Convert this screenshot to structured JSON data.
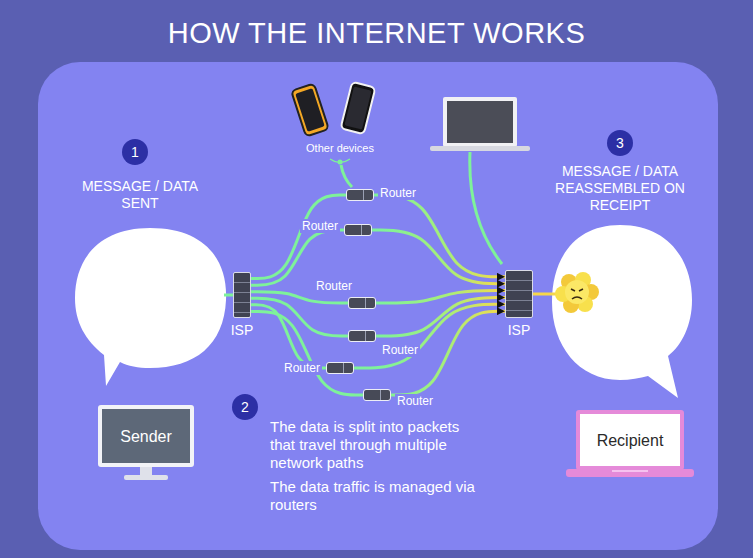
{
  "diagram": {
    "title": "HOW THE INTERNET WORKS",
    "nodes": [
      {
        "text": [
          "1"
        ]
      },
      {
        "text": [
          "3"
        ]
      },
      {
        "text": [
          "Router"
        ]
      },
      {
        "text": [
          "Router"
        ]
      },
      {
        "text": [
          "ISP"
        ]
      },
      {
        "text": [
          "Router"
        ]
      },
      {
        "text": [
          "ISP"
        ]
      },
      {
        "text": [
          "Router"
        ]
      },
      {
        "text": [
          "Router"
        ]
      },
      {
        "text": [
          "2"
        ]
      },
      {
        "text": [
          "Router"
        ]
      },
      {
        "text": [
          "Sender"
        ]
      },
      {
        "text": [
          "Recipient"
        ]
      }
    ],
    "edges": [
      {
        "from": 4,
        "to": 2,
        "arrow": "none"
      },
      {
        "from": 4,
        "to": 3,
        "arrow": "none"
      },
      {
        "from": 4,
        "to": 5,
        "arrow": "none"
      },
      {
        "from": 4,
        "to": 7,
        "arrow": "none"
      },
      {
        "from": 4,
        "to": 8,
        "arrow": "none"
      },
      {
        "from": 4,
        "to": 10,
        "arrow": "none"
      },
      {
        "from": 2,
        "to": 6,
        "arrow": "to"
      },
      {
        "from": 3,
        "to": 6,
        "arrow": "to"
      },
      {
        "from": 5,
        "to": 6,
        "arrow": "to"
      },
      {
        "from": 7,
        "to": 6,
        "arrow": "to"
      },
      {
        "from": 8,
        "to": 6,
        "arrow": "to"
      },
      {
        "from": 10,
        "to": 6,
        "arrow": "to"
      }
    ],
    "labels": [
      "MESSAGE / DATA SENT",
      "Other devices",
      "MESSAGE / DATA REASSEMBLED ON RECEIPT",
      "The data is split into packets that travel through multiple network paths",
      "The data traffic is managed via routers"
    ]
  }
}
